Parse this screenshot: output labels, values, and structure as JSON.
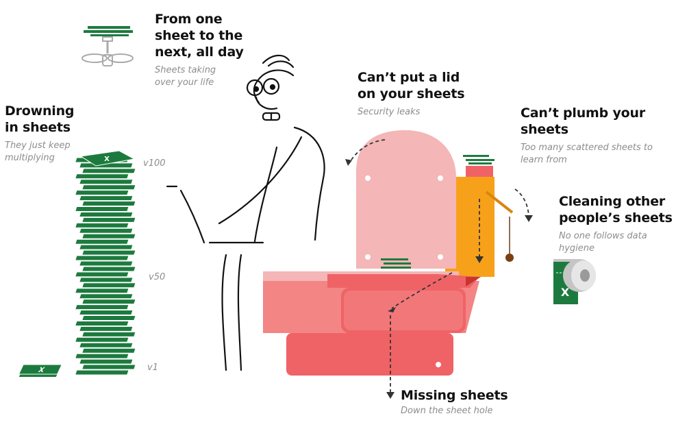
{
  "colors": {
    "sheet_green": "#1d7a3e",
    "toilet_pink": "#f4b6b6",
    "toilet_red": "#ef6366",
    "toilet_coral": "#f38585",
    "tank_orange": "#f7a11a",
    "text_gray": "#8c8c8c"
  },
  "callouts": {
    "one_sheet": {
      "title": "From one\nsheet to the\nnext, all day",
      "subtitle": "Sheets taking\nover your life"
    },
    "drowning": {
      "title": "Drowning\nin sheets",
      "subtitle": "They just keep\nmultiplying"
    },
    "lid": {
      "title": "Can’t put a lid\non your sheets",
      "subtitle": "Security leaks"
    },
    "plumb": {
      "title": "Can’t plumb your\nsheets",
      "subtitle": "Too many scattered sheets to\nlearn from"
    },
    "cleaning": {
      "title": "Cleaning other\npeople’s sheets",
      "subtitle": "No one follows data\nhygiene"
    },
    "missing": {
      "title": "Missing sheets",
      "subtitle": "Down the sheet hole"
    }
  },
  "versions": [
    "v100",
    "v50",
    "v1"
  ],
  "icons": {
    "sheet_icon_letter": "X",
    "toilet_paper_letter": "X"
  }
}
